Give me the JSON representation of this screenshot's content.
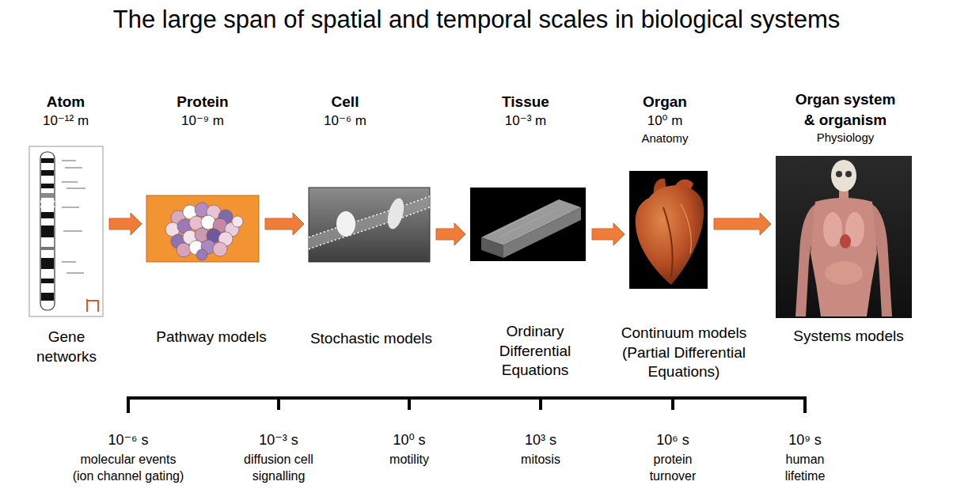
{
  "diagram": {
    "title": "The large span of spatial and temporal scales in biological systems",
    "nodes": [
      {
        "text": [
          "Atom",
          "10⁻¹² m",
          "Gene networks"
        ]
      },
      {
        "text": [
          "Protein",
          "10⁻⁹ m",
          "Pathway models"
        ]
      },
      {
        "text": [
          "Cell",
          "10⁻⁶ m",
          "Stochastic models"
        ]
      },
      {
        "text": [
          "Tissue",
          "10⁻³ m",
          "Ordinary Differential Equations"
        ]
      },
      {
        "text": [
          "Organ",
          "10⁰ m",
          "Anatomy",
          "Continuum models (Partial Differential Equations)"
        ]
      },
      {
        "text": [
          "Organ system & organism",
          "Physiology",
          "Systems models"
        ]
      }
    ],
    "edges": [
      {
        "from": 0,
        "to": 1,
        "arrow": "to"
      },
      {
        "from": 1,
        "to": 2,
        "arrow": "to"
      },
      {
        "from": 2,
        "to": 3,
        "arrow": "to"
      },
      {
        "from": 3,
        "to": 4,
        "arrow": "to"
      },
      {
        "from": 4,
        "to": 5,
        "arrow": "to"
      }
    ],
    "labels": [
      "10⁻⁶ s",
      "molecular events (ion channel gating)",
      "10⁻³ s",
      "diffusion cell signalling",
      "10⁰ s",
      "motility",
      "10³ s",
      "mitosis",
      "10⁶ s",
      "protein turnover",
      "10⁹ s",
      "human lifetime"
    ]
  }
}
